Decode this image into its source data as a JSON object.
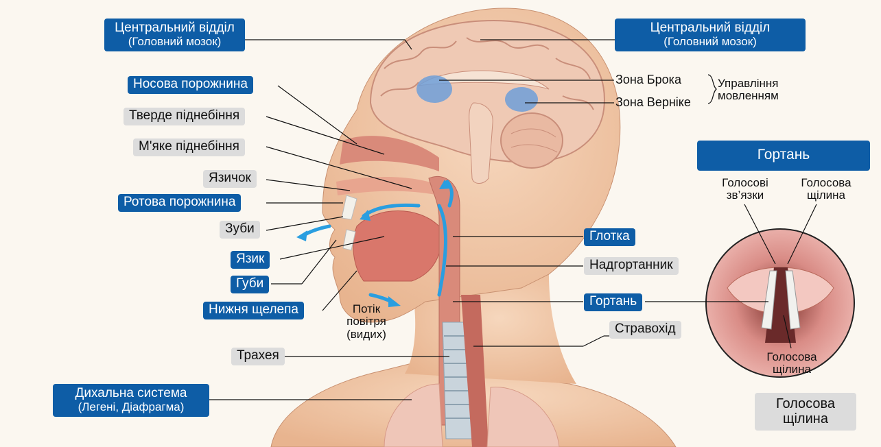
{
  "labels": {
    "central_left_title": "Центральний відділ",
    "central_left_sub": "(Головний мозок)",
    "central_right_title": "Центральний відділ",
    "central_right_sub": "(Головний мозок)",
    "nasal_cavity": "Носова порожнина",
    "hard_palate": "Тверде піднебіння",
    "soft_palate": "М'яке піднебіння",
    "uvula": "Язичок",
    "oral_cavity": "Ротова порожнина",
    "teeth": "Зуби",
    "tongue": "Язик",
    "lips": "Губи",
    "lower_jaw": "Нижня щелепа",
    "airflow_1": "Потік",
    "airflow_2": "повітря",
    "airflow_3": "(видих)",
    "trachea": "Трахея",
    "respiratory_title": "Дихальна система",
    "respiratory_sub": "(Легені, Діафрагма)",
    "broca": "Зона Брока",
    "wernicke": "Зона Верніке",
    "speech_control_1": "Управління",
    "speech_control_2": "мовленням",
    "pharynx": "Глотка",
    "epiglottis": "Надгортанник",
    "larynx": "Гортань",
    "esophagus": "Стравохід",
    "inset_title": "Гортань",
    "vocal_cords_1": "Голосові",
    "vocal_cords_2": "зв’язки",
    "glottis_top_1": "Голосова",
    "glottis_top_2": "щілина",
    "glottis_inner_1": "Голосова",
    "glottis_inner_2": "щілина",
    "glottis_bottom_1": "Голосова",
    "glottis_bottom_2": "щілина"
  },
  "colors": {
    "label_blue": "#0e5da6",
    "label_grey": "#dcdcdc",
    "airflow_arrow": "#2a9ee0",
    "skin": "#f2c7a5",
    "tissue": "#d98a7a",
    "brain": "#efc9b4",
    "speech_area": "#6f9fd8"
  }
}
